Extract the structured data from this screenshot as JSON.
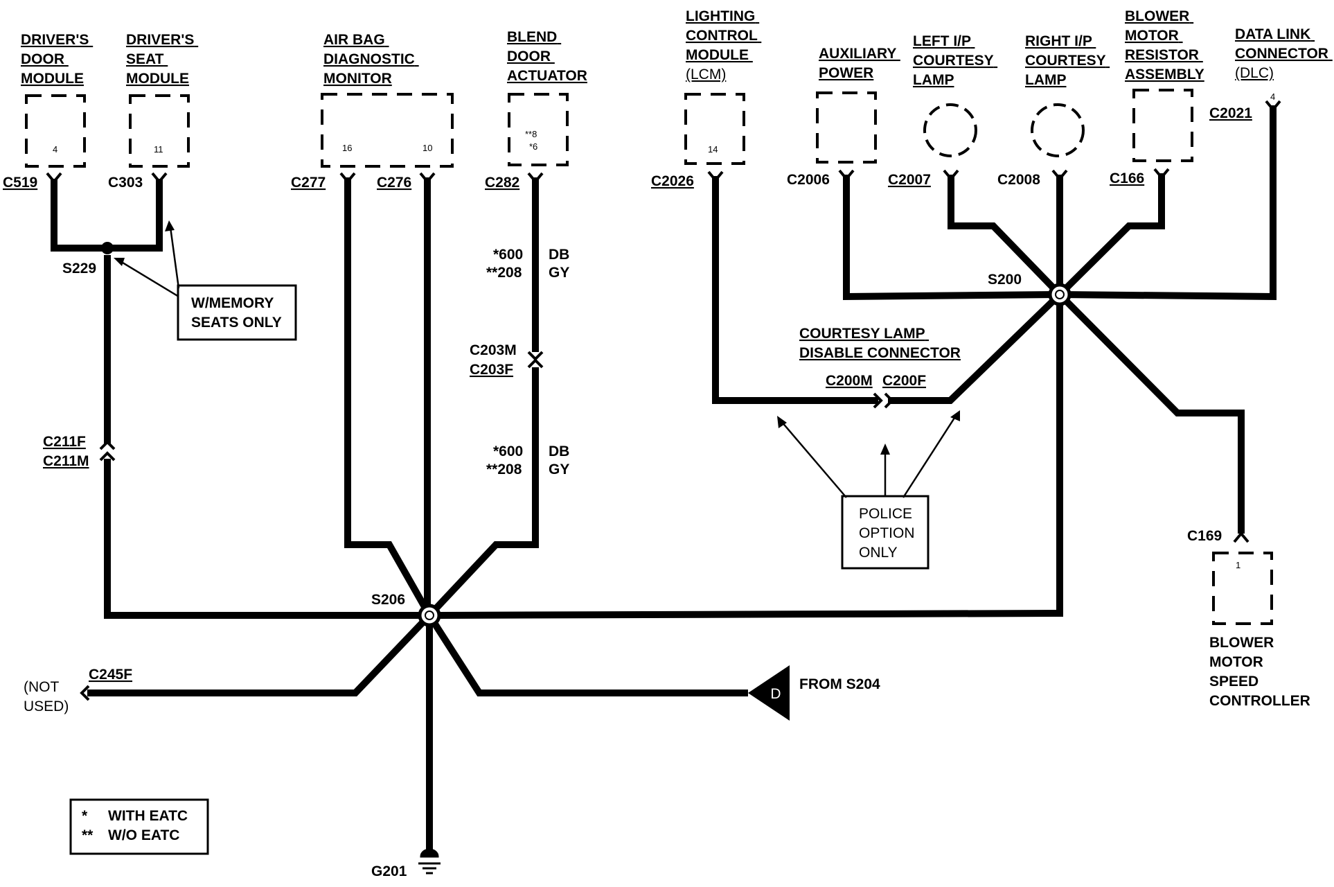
{
  "components": {
    "drivers_door_module": [
      "DRIVER'S",
      "DOOR",
      "MODULE"
    ],
    "drivers_seat_module": [
      "DRIVER'S",
      "SEAT",
      "MODULE"
    ],
    "air_bag_monitor": [
      "AIR BAG",
      "DIAGNOSTIC",
      "MONITOR"
    ],
    "blend_door_actuator": [
      "BLEND",
      "DOOR",
      "ACTUATOR"
    ],
    "lighting_control_module": [
      "LIGHTING",
      "CONTROL",
      "MODULE",
      "(LCM)"
    ],
    "auxiliary_power": [
      "AUXILIARY",
      "POWER"
    ],
    "left_ip_courtesy_lamp": [
      "LEFT I/P",
      "COURTESY",
      "LAMP"
    ],
    "right_ip_courtesy_lamp": [
      "RIGHT I/P",
      "COURTESY",
      "LAMP"
    ],
    "blower_motor_resistor": [
      "BLOWER",
      "MOTOR",
      "RESISTOR",
      "ASSEMBLY"
    ],
    "data_link_connector": [
      "DATA LINK",
      "CONNECTOR",
      "(DLC)"
    ],
    "blower_motor_speed_controller": [
      "BLOWER",
      "MOTOR",
      "SPEED",
      "CONTROLLER"
    ]
  },
  "pins": {
    "door_module": "4",
    "seat_module": "11",
    "airbag_a": "16",
    "airbag_b": "10",
    "blend_a": "**8",
    "blend_b": "*6",
    "lcm": "14",
    "dlc": "4",
    "blower_controller": "1"
  },
  "connectors": {
    "c519": "C519",
    "c303": "C303",
    "c277": "C277",
    "c276": "C276",
    "c282": "C282",
    "c2026": "C2026",
    "c2006": "C2006",
    "c2007": "C2007",
    "c2008": "C2008",
    "c166": "C166",
    "c2021": "C2021",
    "c203m": "C203M",
    "c203f": "C203F",
    "c211f": "C211F",
    "c211m": "C211M",
    "c200m": "C200M",
    "c200f": "C200F",
    "c245f": "C245F",
    "c169": "C169"
  },
  "splices": {
    "s229": "S229",
    "s200": "S200",
    "s206": "S206"
  },
  "ground": "G201",
  "wire_labels": {
    "upper_circuit_a": "*600",
    "upper_color_a": "DB",
    "upper_circuit_b": "**208",
    "upper_color_b": "GY",
    "lower_circuit_a": "*600",
    "lower_color_a": "DB",
    "lower_circuit_b": "**208",
    "lower_color_b": "GY"
  },
  "notes": {
    "memory_seats": [
      "W/MEMORY",
      "SEATS ONLY"
    ],
    "courtesy_disable": [
      "COURTESY LAMP",
      "DISABLE CONNECTOR"
    ],
    "police_option": [
      "POLICE",
      "OPTION",
      "ONLY"
    ],
    "not_used": [
      "(NOT",
      "USED)"
    ],
    "from_s204": "FROM S204",
    "flag_letter": "D"
  },
  "legend": [
    {
      "symbol": "*",
      "text": "WITH EATC"
    },
    {
      "symbol": "**",
      "text": "W/O EATC"
    }
  ]
}
